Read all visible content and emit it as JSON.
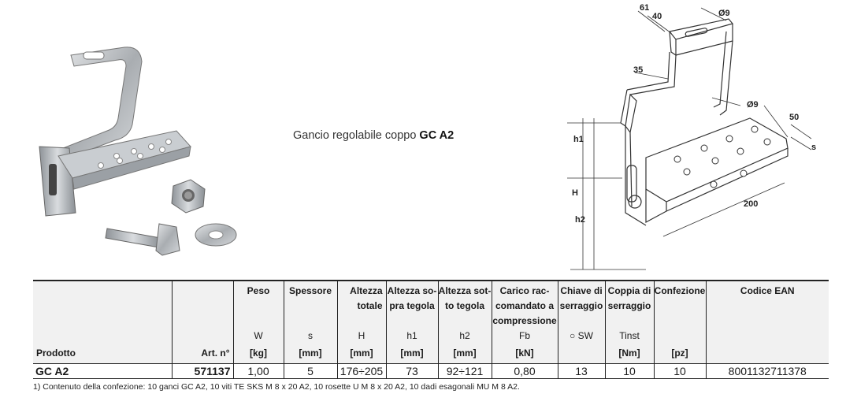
{
  "caption": {
    "prefix": "Gancio regolabile coppo",
    "product": "GC A2"
  },
  "drawing": {
    "dim_61": "61",
    "dim_40": "40",
    "dim_phi9_top": "Ø9",
    "dim_35": "35",
    "dim_phi9_mid": "Ø9",
    "dim_50": "50",
    "dim_s": "s",
    "dim_200": "200",
    "dim_h1": "h1",
    "dim_H": "H",
    "dim_h2": "h2"
  },
  "table": {
    "headers": {
      "prodotto": "Prodotto",
      "art": "Art. n°",
      "peso": {
        "title": "Peso",
        "sym": "W",
        "unit": "[kg]"
      },
      "spessore": {
        "title": "Spessore",
        "sym": "s",
        "unit": "[mm]"
      },
      "altezza": {
        "title_1": "Altezza",
        "title_2": "totale",
        "sym": "H",
        "unit": "[mm]"
      },
      "altezza_sopra": {
        "title_1": "Altezza so-",
        "title_2": "pra tegola",
        "sym": "h1",
        "unit": "[mm]"
      },
      "altezza_sotto": {
        "title_1": "Altezza sot-",
        "title_2": "to tegola",
        "sym": "h2",
        "unit": "[mm]"
      },
      "carico": {
        "title_1": "Carico rac-",
        "title_2": "comandato a",
        "title_3": "compressione",
        "sym": "Fb",
        "unit": "[kN]"
      },
      "chiave": {
        "title_1": "Chiave di",
        "title_2": "serraggio",
        "sym": "○ SW"
      },
      "coppia": {
        "title_1": "Coppia di",
        "title_2": "serraggio",
        "sym": "Tinst",
        "unit": "[Nm]"
      },
      "confezione": {
        "title": "Confezione",
        "unit": "[pz]"
      },
      "ean": {
        "title": "Codice EAN"
      }
    },
    "row": {
      "prodotto": "GC A2",
      "art": "571137",
      "peso": "1,00",
      "spessore": "5",
      "altezza": "176÷205",
      "altezza_sopra": "73",
      "altezza_sotto": "92÷121",
      "carico": "0,80",
      "chiave": "13",
      "coppia": "10",
      "confezione": "10",
      "ean": "8001132711378"
    }
  },
  "footnote": "1) Contenuto della confezione: 10 ganci GC A2, 10 viti TE SKS M 8 x 20 A2, 10 rosette U M 8 x 20 A2, 10 dadi esagonali MU M 8 A2."
}
